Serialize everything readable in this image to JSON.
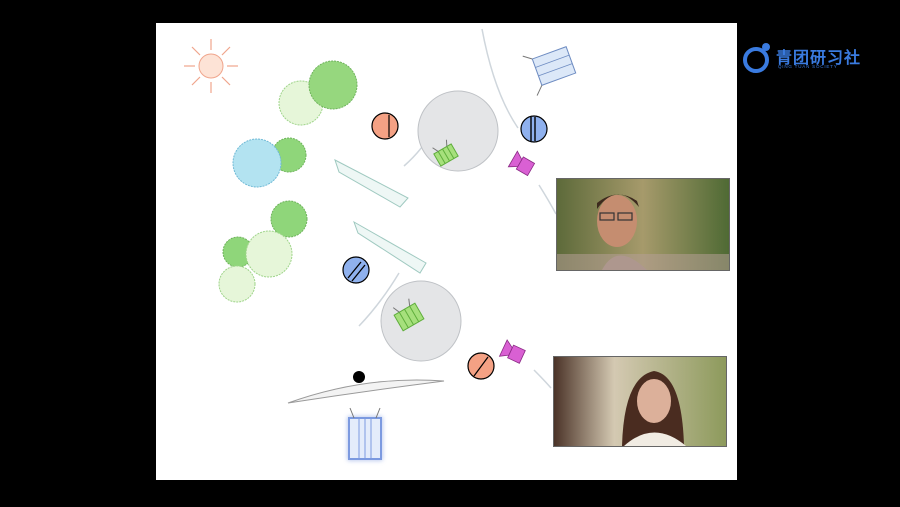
{
  "brand": {
    "name": "青团研习社",
    "tagline": "QING TUAN SOCIETY",
    "accent_color": "#3a7be0"
  },
  "slide": {
    "background": "#ffffff",
    "elements": {
      "sun": "sun-icon",
      "trees": "tree-icon",
      "light_panels": "diffuser-panel",
      "key_lights": "light-fixture-icon",
      "camera_1": "camera-icon",
      "camera_2": "camera-icon",
      "actors": "actor-marker-icon",
      "reflector_top": "reflector-icon",
      "reflector_bottom": "reflector-icon",
      "shot_man": "still-image-man-smiling",
      "shot_woman": "still-image-woman-looking-down"
    },
    "colors": {
      "orange_marker": "#f4a184",
      "blue_marker": "#8fb1ee",
      "tree_green": "#8fd67a",
      "tree_light": "#dff3cf",
      "tree_blue": "#a9dcef",
      "camera_purple": "#d960d3",
      "light_green": "#a6e07c",
      "light_blue_box": "#dce8f8"
    }
  }
}
